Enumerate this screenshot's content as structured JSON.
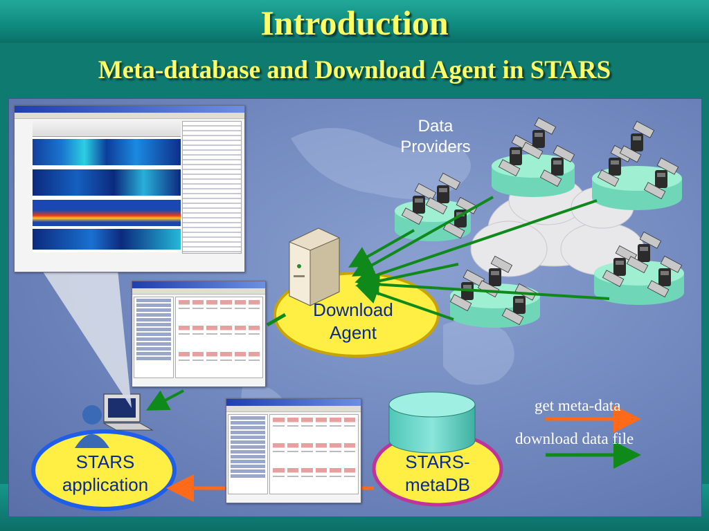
{
  "slide": {
    "title": "Introduction",
    "subtitle": "Meta-database and Download Agent in STARS"
  },
  "nodes": {
    "data_providers": "Data\nProviders",
    "download_agent": "Download\nAgent",
    "stars_application": "STARS\napplication",
    "stars_metadb": "STARS-\nmetaDB"
  },
  "legend": {
    "get_meta_data": "get meta-data",
    "download_data_file": "download data file"
  },
  "colors": {
    "meta_arrow": "#ff6a1a",
    "download_arrow": "#0f8a1a",
    "title": "#ffff66",
    "agent_ellipse": "#ffee44",
    "app_ellipse": "#1e5ee8",
    "metadb_ellipse": "#c0339a",
    "platform": "#8ee8c4"
  }
}
